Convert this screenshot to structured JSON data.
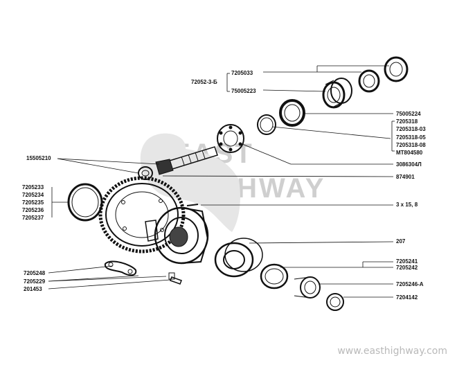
{
  "watermark": {
    "line1": "EAST",
    "line2": "HIGHWAY",
    "url": "www.easthighway.com"
  },
  "colors": {
    "ink": "#111111",
    "watermark": "#cfcfcf",
    "background": "#ffffff"
  },
  "parts": {
    "group_main": "72052-3-Б",
    "p7205033": "7205033",
    "p75005223": "75005223",
    "p75005224": "75005224",
    "p7205318": "7205318",
    "p7205318_03": "7205318-03",
    "p7205318_05": "7205318-05",
    "p7205318_08": "7205318-08",
    "pMT804580": "MT804580",
    "p3086304": "3086304Л",
    "p15505210": "15505210",
    "p874901": "874901",
    "p7205233": "7205233",
    "p7205234": "7205234",
    "p7205235": "7205235",
    "p7205236": "7205236",
    "p7205237": "7205237",
    "p3x15": "3 x 15, 8",
    "p207": "207",
    "p7205241": "7205241",
    "p7205242": "7205242",
    "p7205246A": "7205246-А",
    "p7204142": "7204142",
    "p7205248": "7205248",
    "p7205229": "7205229",
    "p201453": "201453"
  }
}
